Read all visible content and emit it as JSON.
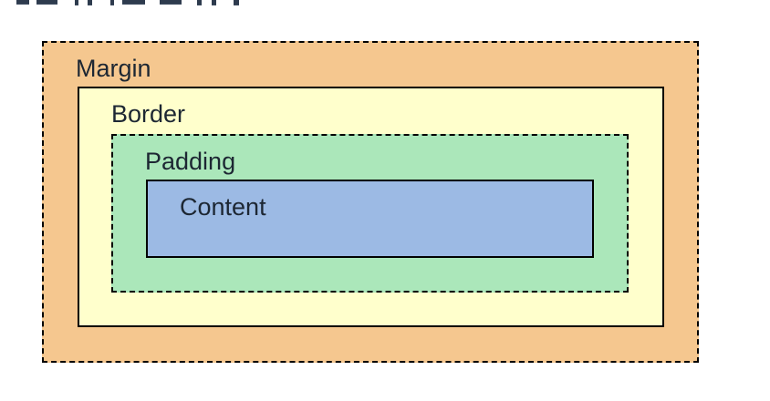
{
  "diagram": {
    "boxes": [
      {
        "id": "margin",
        "label": "Margin",
        "fill": "#f5c78f",
        "border_style": "dashed"
      },
      {
        "id": "border",
        "label": "Border",
        "fill": "#ffffcc",
        "border_style": "solid"
      },
      {
        "id": "padding",
        "label": "Padding",
        "fill": "#abe7ba",
        "border_style": "dashed"
      },
      {
        "id": "content",
        "label": "Content",
        "fill": "#9cbae4",
        "border_style": "solid"
      }
    ],
    "line_color": "#000000",
    "label_color": "#1d2733",
    "background": "#ffffff"
  }
}
